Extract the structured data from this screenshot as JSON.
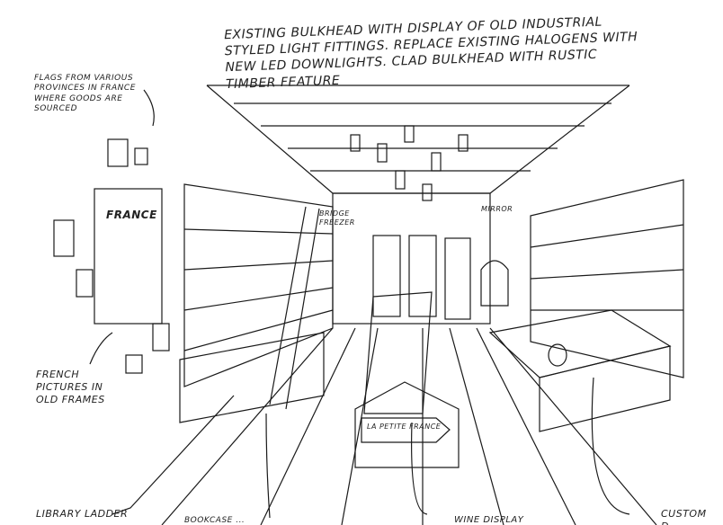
{
  "annotations": {
    "bulkhead": "Existing bulkhead with display of old industrial styled light fittings. Replace existing halogens with new LED downlights. Clad bulkhead with rustic timber feature",
    "flags": "Flags from various provinces in France where goods are sourced",
    "pictures": "French pictures in old frames",
    "ladder": "Library ladder",
    "bookcase": "Bookcase ...",
    "wine": "Wine display",
    "custom": "Custom d...",
    "freezer": "Bridge freezer",
    "mirror": "Mirror"
  },
  "signs": {
    "frame": "France",
    "counter": "La Petite France"
  },
  "colors": {
    "ink": "#1a1a1a",
    "paper": "#ffffff"
  }
}
